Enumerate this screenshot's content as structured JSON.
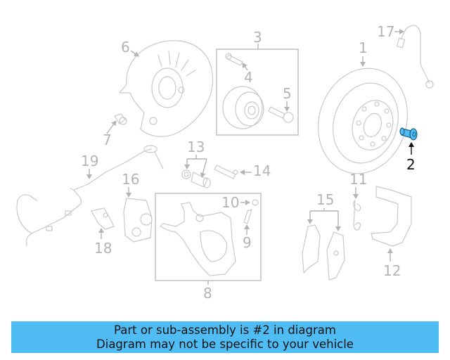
{
  "diagram": {
    "title": "Brake components parts diagram",
    "highlight_color": "#4fbdf4",
    "highlighted_part": "2",
    "callouts": [
      {
        "id": "1",
        "label": "1"
      },
      {
        "id": "2",
        "label": "2"
      },
      {
        "id": "3",
        "label": "3"
      },
      {
        "id": "4",
        "label": "4"
      },
      {
        "id": "5",
        "label": "5"
      },
      {
        "id": "6",
        "label": "6"
      },
      {
        "id": "7",
        "label": "7"
      },
      {
        "id": "8",
        "label": "8"
      },
      {
        "id": "9",
        "label": "9"
      },
      {
        "id": "10",
        "label": "10"
      },
      {
        "id": "11",
        "label": "11"
      },
      {
        "id": "12",
        "label": "12"
      },
      {
        "id": "13",
        "label": "13"
      },
      {
        "id": "14",
        "label": "14"
      },
      {
        "id": "15",
        "label": "15"
      },
      {
        "id": "16",
        "label": "16"
      },
      {
        "id": "17",
        "label": "17"
      },
      {
        "id": "18",
        "label": "18"
      },
      {
        "id": "19",
        "label": "19"
      }
    ]
  },
  "banner": {
    "line1": "Part or sub-assembly is #2 in diagram",
    "line2": "Diagram may not be specific to your vehicle",
    "background": "#4fbdf4"
  }
}
